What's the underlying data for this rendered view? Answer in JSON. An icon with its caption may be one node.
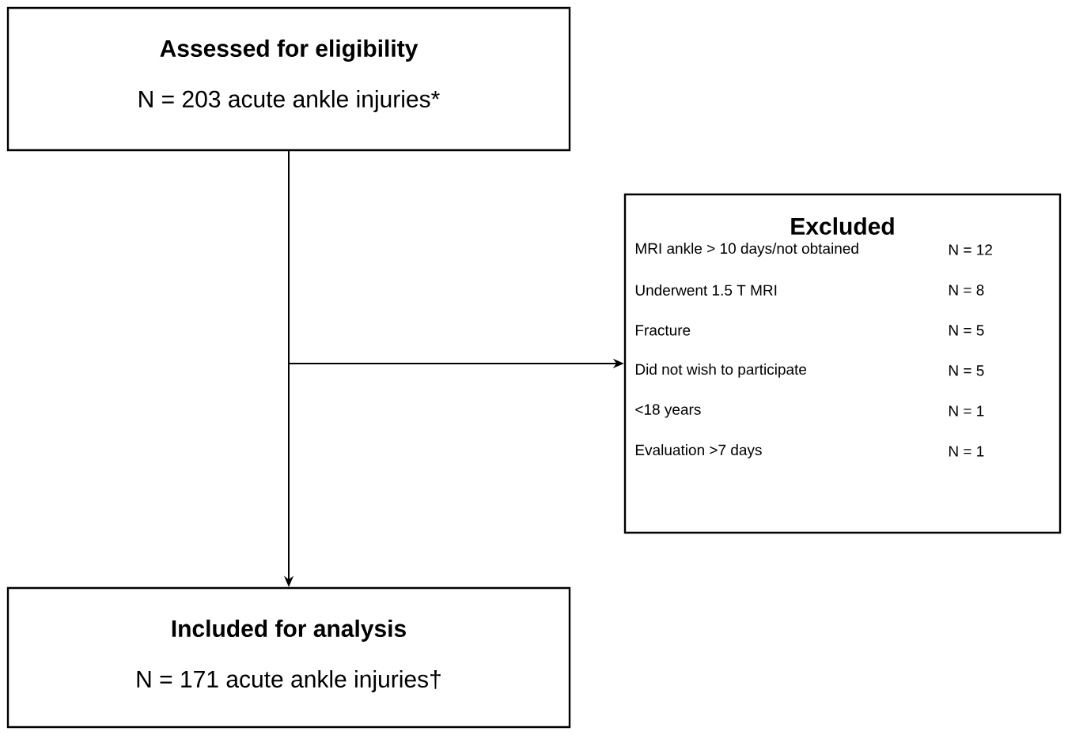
{
  "diagram": {
    "nodes": [
      {
        "text": [
          "Assessed for eligibility",
          "N = 203 acute ankle injuries*"
        ]
      },
      {
        "text": [
          "Excluded",
          "MRI ankle > 10 days/not obtained",
          "N = 12",
          "Underwent 1.5 T MRI",
          "N = 8",
          "Fracture",
          "N = 5",
          "Did not wish to participate",
          "N = 5",
          "<18 years",
          "N = 1",
          "Evaluation >7 days",
          "N = 1"
        ]
      },
      {
        "text": [
          "Included for analysis",
          "N = 171 acute ankle injuries†"
        ]
      }
    ],
    "edges": [
      {
        "from": 0,
        "to": 2,
        "arrow": "to"
      },
      {
        "from": 0,
        "to": 1,
        "arrow": "to"
      }
    ]
  }
}
